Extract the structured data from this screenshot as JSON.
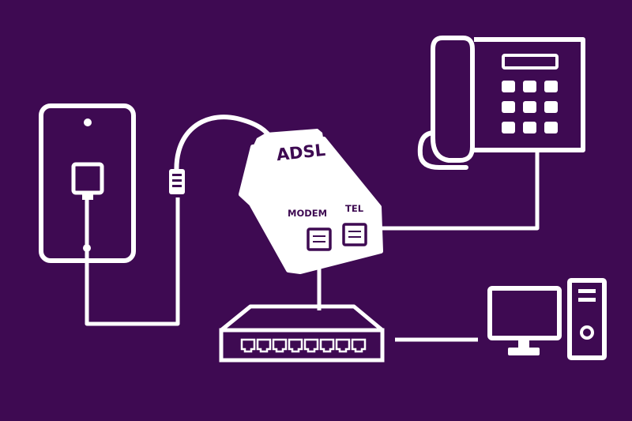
{
  "colors": {
    "background": "#3e0a52",
    "line": "#ffffff"
  },
  "splitter": {
    "title": "ADSL",
    "port_modem": "MODEM",
    "port_tel": "TEL"
  },
  "icons": [
    "wall-socket-icon",
    "telephone-icon",
    "adsl-splitter-icon",
    "network-switch-icon",
    "computer-icon"
  ]
}
